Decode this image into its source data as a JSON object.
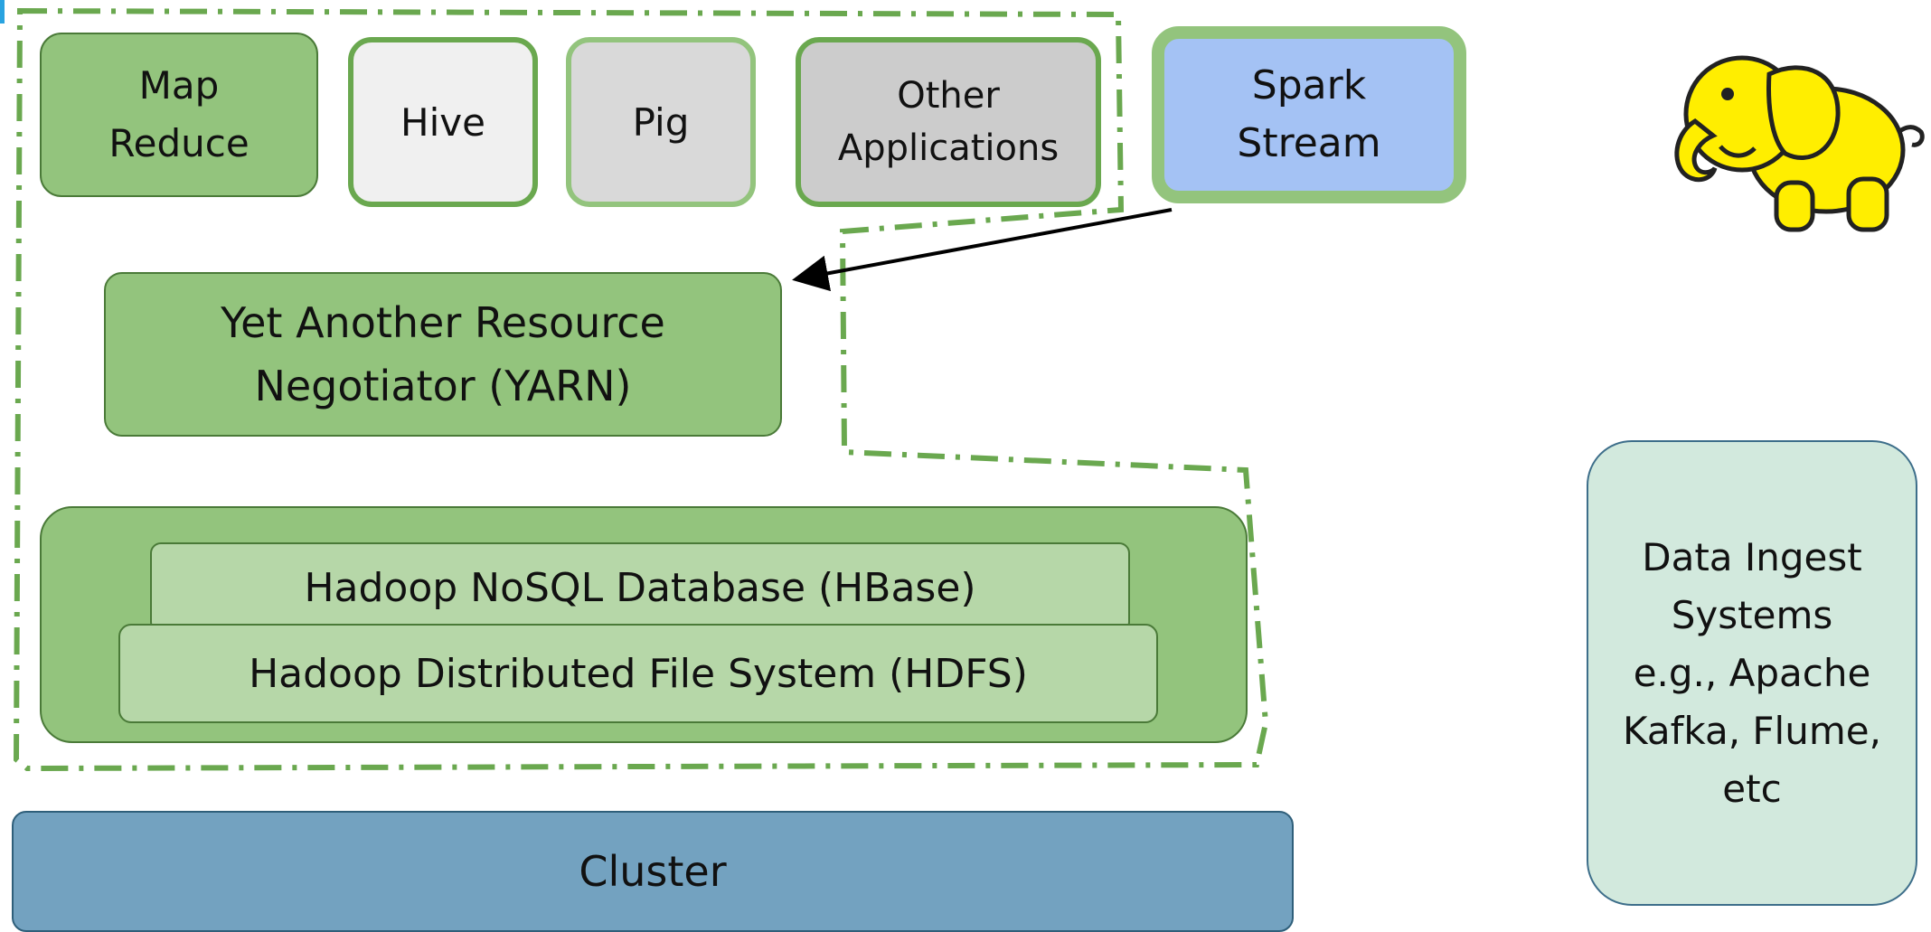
{
  "diagram": {
    "components": {
      "mapreduce": "Map\nReduce",
      "hive": "Hive",
      "pig": "Pig",
      "other_applications": "Other\nApplications",
      "spark_stream": "Spark\nStream",
      "yarn": "Yet Another Resource\nNegotiator (YARN)",
      "hbase": "Hadoop NoSQL Database (HBase)",
      "hdfs": "Hadoop Distributed File System (HDFS)",
      "cluster": "Cluster",
      "data_ingest": "Data Ingest\nSystems\ne.g., Apache\nKafka, Flume,\netc"
    },
    "connections": [
      {
        "from": "spark_stream",
        "to": "yarn",
        "style": "solid-arrow"
      }
    ],
    "boundary": {
      "style": "dash-dot",
      "color": "#6aa84f"
    },
    "logo": "hadoop-elephant-icon",
    "colors": {
      "green": "#93c47d",
      "light_green": "#b6d7a8",
      "blue": "#a4c2f4",
      "cluster_blue": "#73a2c0",
      "ingest_mint": "#d2e9dd"
    }
  }
}
